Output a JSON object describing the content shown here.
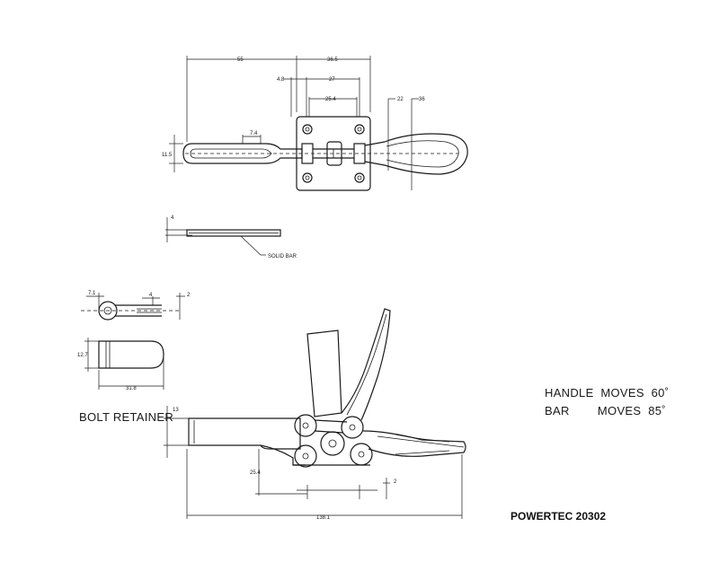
{
  "dimensions": {
    "top_length": "55",
    "top_body": "36.5",
    "top_offset": "4.8",
    "top_hole_span": "27",
    "top_hole_inner": "25.4",
    "handle_a": "22",
    "handle_b": "36",
    "bar_width": "7.4",
    "bar_height": "11.5",
    "bar_thickness": "4",
    "solid_bar": "SOLID BAR",
    "retainer_width": "7.1",
    "retainer_slot": "4",
    "retainer_thk": "2",
    "retainer_height": "12.7",
    "retainer_length": "31.8",
    "side_height": "13",
    "side_base": "25.4",
    "side_foot": "2",
    "overall_length": "138.1"
  },
  "labels": {
    "bolt_retainer": "BOLT RETAINER",
    "handle_line": "HANDLE  MOVES  60˚",
    "bar_line": "BAR        MOVES  85˚",
    "model": "POWERTEC 20302"
  }
}
